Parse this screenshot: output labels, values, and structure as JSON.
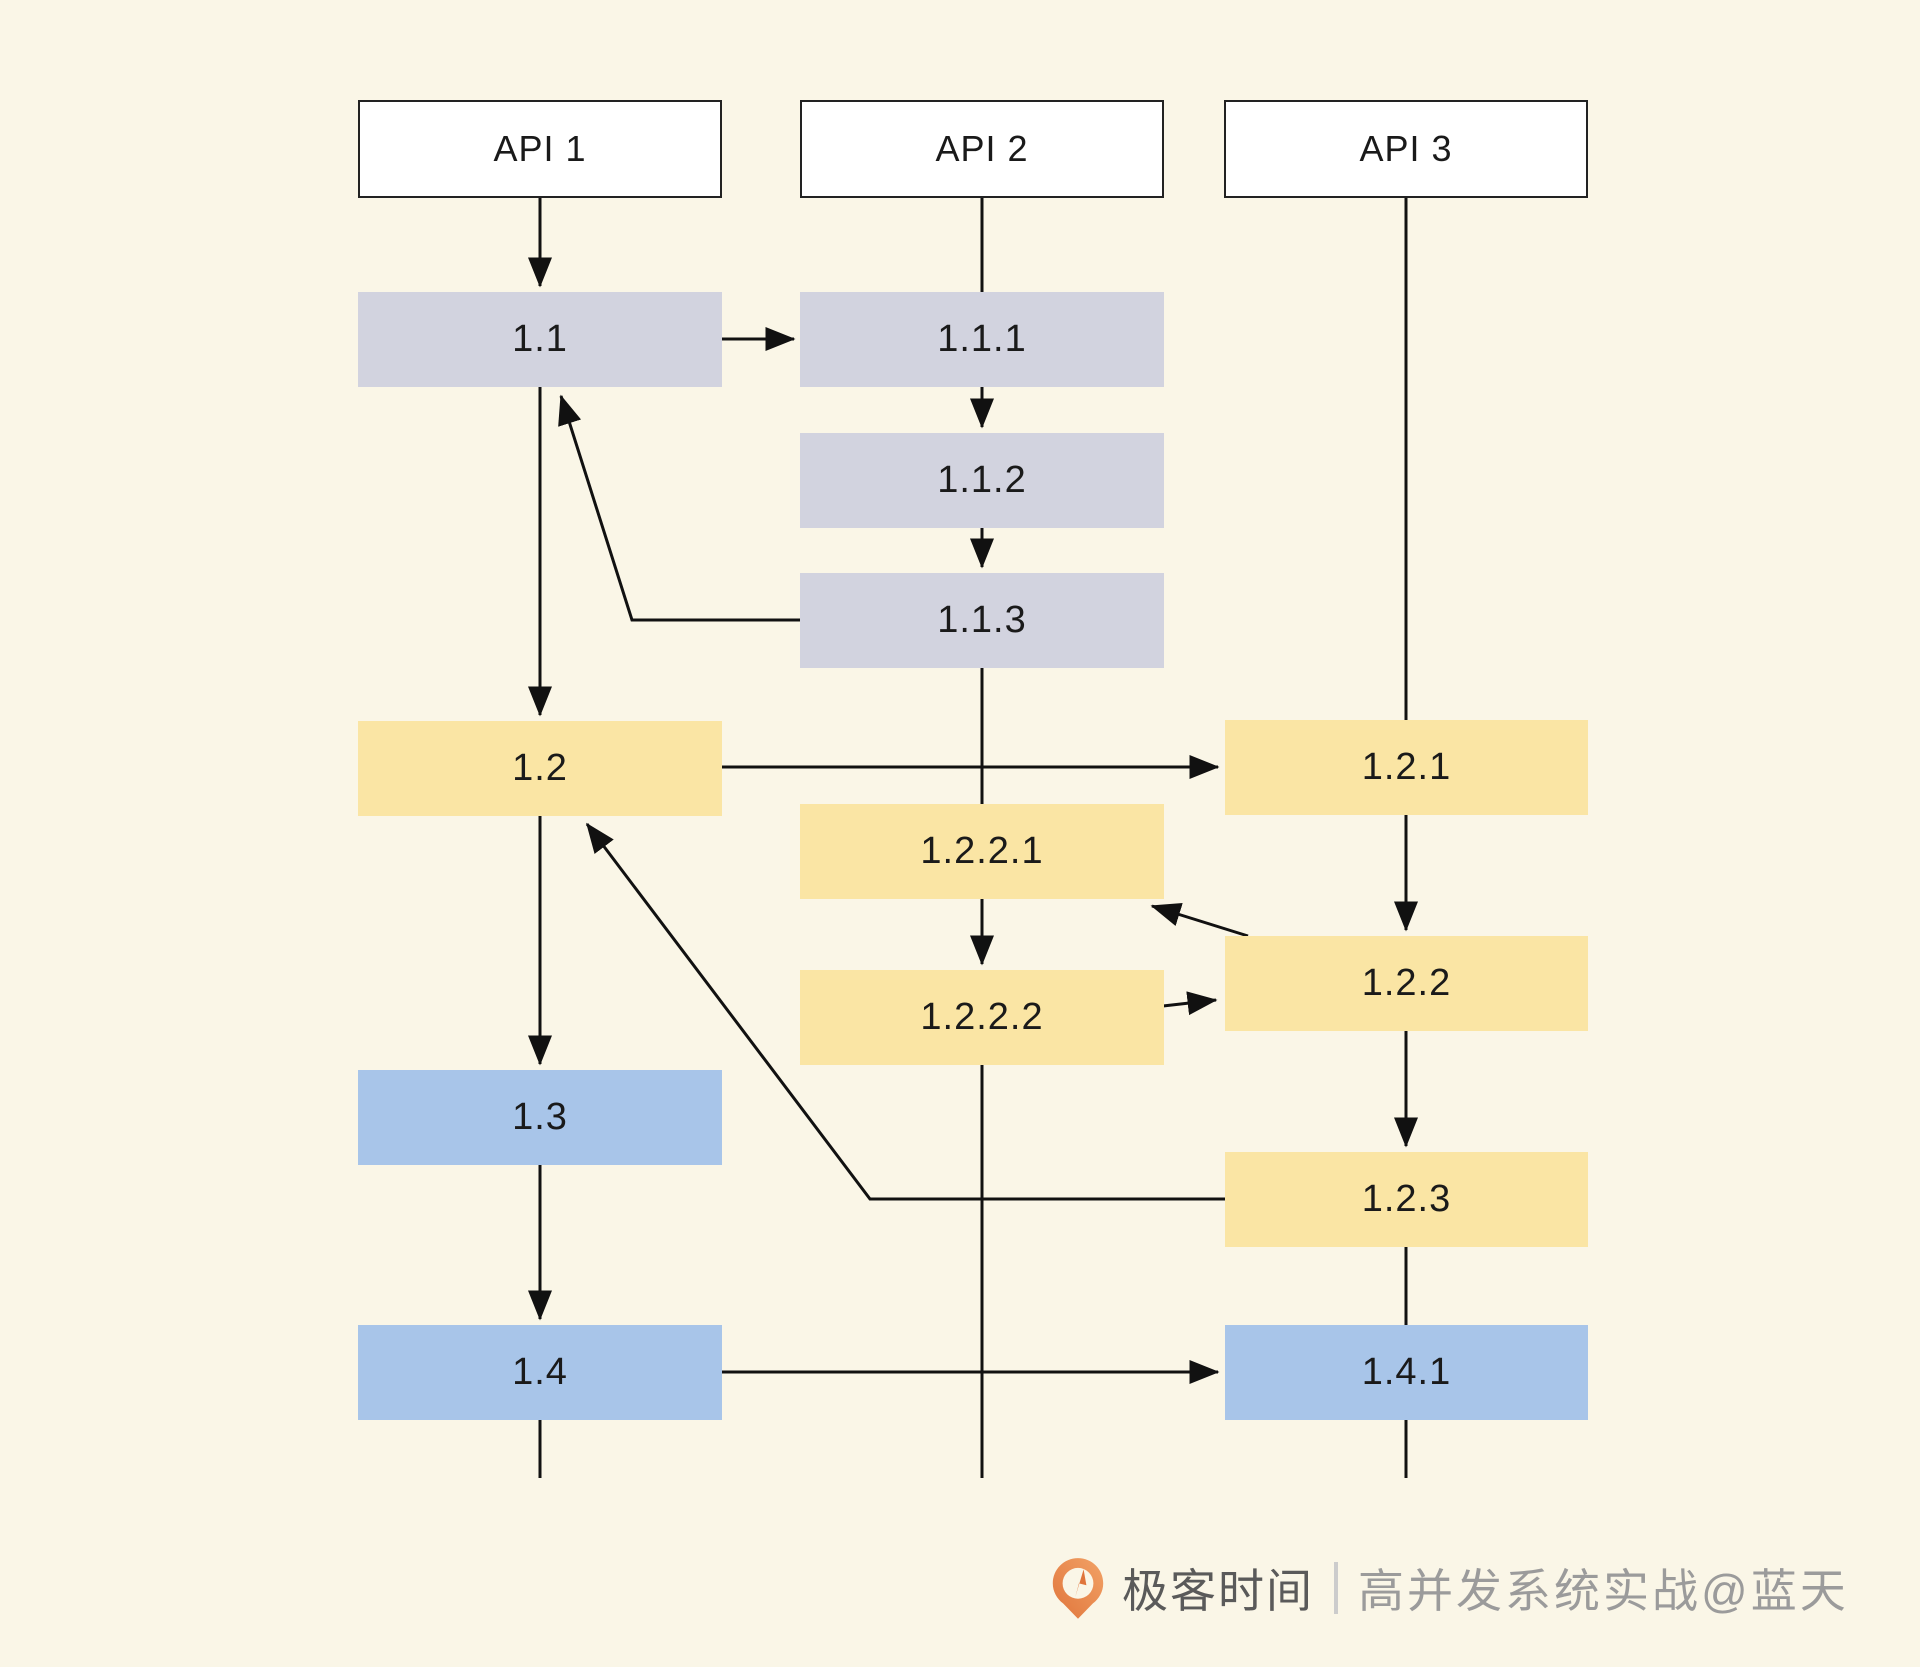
{
  "palette": {
    "background": "#faf6e7",
    "node_lavender": "#d2d3df",
    "node_yellow": "#fae5a4",
    "node_blue": "#a8c5e9",
    "header_bg": "#ffffff",
    "line_color": "#111111",
    "logo_orange": "#e8823e",
    "brand_text_color": "#5a5a5a",
    "watermark_text_color": "#9b9b9b"
  },
  "headers": [
    {
      "id": "api-1",
      "label": "API 1"
    },
    {
      "id": "api-2",
      "label": "API 2"
    },
    {
      "id": "api-3",
      "label": "API 3"
    }
  ],
  "nodes": [
    {
      "id": "1.1",
      "label": "1.1",
      "column": "API 1",
      "color_group": "lavender"
    },
    {
      "id": "1.1.1",
      "label": "1.1.1",
      "column": "API 2",
      "color_group": "lavender"
    },
    {
      "id": "1.1.2",
      "label": "1.1.2",
      "column": "API 2",
      "color_group": "lavender"
    },
    {
      "id": "1.1.3",
      "label": "1.1.3",
      "column": "API 2",
      "color_group": "lavender"
    },
    {
      "id": "1.2",
      "label": "1.2",
      "column": "API 1",
      "color_group": "yellow"
    },
    {
      "id": "1.2.1",
      "label": "1.2.1",
      "column": "API 3",
      "color_group": "yellow"
    },
    {
      "id": "1.2.2.1",
      "label": "1.2.2.1",
      "column": "API 2",
      "color_group": "yellow"
    },
    {
      "id": "1.2.2",
      "label": "1.2.2",
      "column": "API 3",
      "color_group": "yellow"
    },
    {
      "id": "1.2.2.2",
      "label": "1.2.2.2",
      "column": "API 2",
      "color_group": "yellow"
    },
    {
      "id": "1.3",
      "label": "1.3",
      "column": "API 1",
      "color_group": "blue"
    },
    {
      "id": "1.2.3",
      "label": "1.2.3",
      "column": "API 3",
      "color_group": "yellow"
    },
    {
      "id": "1.4",
      "label": "1.4",
      "column": "API 1",
      "color_group": "blue"
    },
    {
      "id": "1.4.1",
      "label": "1.4.1",
      "column": "API 3",
      "color_group": "blue"
    }
  ],
  "edges": [
    {
      "from": "API 1",
      "to": "1.1",
      "arrow": true
    },
    {
      "from": "API 2",
      "to": "1.1.1",
      "arrow": false
    },
    {
      "from": "API 3",
      "to": "1.2.1",
      "arrow": false
    },
    {
      "from": "1.1",
      "to": "1.1.1",
      "arrow": true
    },
    {
      "from": "1.1.1",
      "to": "1.1.2",
      "arrow": true
    },
    {
      "from": "1.1.2",
      "to": "1.1.3",
      "arrow": true
    },
    {
      "from": "1.1.3",
      "to": "1.1",
      "arrow": true
    },
    {
      "from": "1.1",
      "to": "1.2",
      "arrow": true
    },
    {
      "from": "1.2",
      "to": "1.2.1",
      "arrow": true
    },
    {
      "from": "1.2.1",
      "to": "1.2.2",
      "arrow": true
    },
    {
      "from": "1.2.2",
      "to": "1.2.2.1",
      "arrow": true
    },
    {
      "from": "1.2.2.1",
      "to": "1.2.2.2",
      "arrow": true
    },
    {
      "from": "1.2.2.2",
      "to": "1.2.2",
      "arrow": true
    },
    {
      "from": "1.2.2",
      "to": "1.2.3",
      "arrow": true
    },
    {
      "from": "1.2.3",
      "to": "1.2",
      "arrow": true
    },
    {
      "from": "1.2",
      "to": "1.3",
      "arrow": true
    },
    {
      "from": "1.3",
      "to": "1.4",
      "arrow": true
    },
    {
      "from": "1.4",
      "to": "1.4.1",
      "arrow": true
    }
  ],
  "footer": {
    "brand": "极客时间",
    "separator": "|",
    "watermark": "高并发系统实战@蓝天"
  }
}
